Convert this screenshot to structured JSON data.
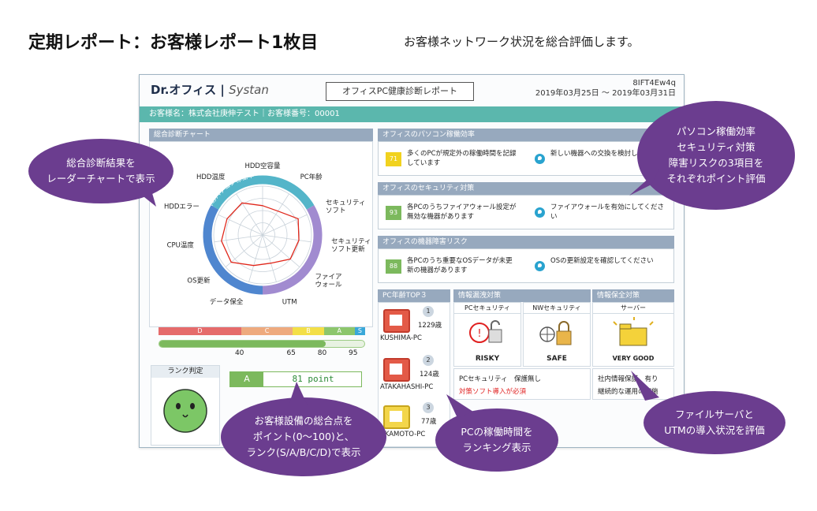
{
  "page": {
    "title": "定期レポート：お客様レポート1枚目",
    "subtitle": "お客様ネットワーク状況を総合評価します。"
  },
  "report": {
    "logo_dr": "Dr.オフィス",
    "logo_sep": "|",
    "logo_sys": "Systan",
    "title": "オフィスPC健康診断レポート",
    "report_id": "8IFT4Ew4q",
    "date_range": "2019年03月25日 〜 2019年03月31日",
    "customer_line": "お客様名：株式会社庚伸テスト｜お客様番号：00001"
  },
  "chart_section": {
    "header": "総合診断チャート",
    "ring_labels": [
      "オフィスのパソコン稼働率",
      "オフィスのセキュリティ対策",
      "オフィスの機器障害リスク"
    ],
    "rank_bar_labels": [
      "D",
      "C",
      "B",
      "A",
      "S"
    ],
    "rank_bar_colors": [
      "#e56b6b",
      "#eeaa7e",
      "#f3df47",
      "#8cc66c",
      "#3aa8d9"
    ],
    "progress_ticks": [
      "40",
      "65",
      "80",
      "95"
    ],
    "progress_value": 81,
    "rank_header": "ランク判定",
    "rank_letter": "A",
    "point_text": "81 point"
  },
  "chart_data": {
    "type": "radar",
    "categories": [
      "HDD空容量",
      "PC年齢",
      "セキュリティ\nソフト",
      "セキュリティ\nソフト更新",
      "ファイア\nウォール",
      "UTM",
      "データ保全",
      "OS更新",
      "CPU温度",
      "HDDエラー",
      "HDD温度"
    ],
    "values": [
      60,
      58,
      80,
      75,
      75,
      60,
      65,
      85,
      85,
      80,
      78
    ],
    "ylim": [
      0,
      100
    ]
  },
  "efficiency": {
    "header": "オフィスのパソコン稼働効率",
    "score": "71",
    "score_color": "#f1d21f",
    "text": "多くのPCが規定外の稼働時間を記録しています",
    "advice": "新しい機器への交換を検討しましょう"
  },
  "security": {
    "header": "オフィスのセキュリティ対策",
    "score": "93",
    "score_color": "#7cb95d",
    "text": "各PCのうちファイアウォール設定が無効な機器があります",
    "advice": "ファイアウォールを有効にしてください"
  },
  "failure": {
    "header": "オフィスの機器障害リスク",
    "score": "88",
    "score_color": "#7cb95d",
    "text": "各PCのうち重要なOSデータが未更新の機器があります",
    "advice": "OSの更新設定を確認してください"
  },
  "pc_top": {
    "header": "PC年齢TOP３",
    "items": [
      {
        "rank": "1",
        "age": "1229歳",
        "name": "KUSHIMA-PC"
      },
      {
        "rank": "2",
        "age": "124歳",
        "name": "ATAKAHASHI-PC"
      },
      {
        "rank": "3",
        "age": "77歳",
        "name": "AKAMOTO-PC"
      }
    ]
  },
  "info": {
    "leak_header": "情報漏洩対策",
    "protect_header": "情報保全対策",
    "col_pc": "PCセキュリティ",
    "col_nw": "NWセキュリティ",
    "col_server": "サーバー",
    "pc_status": "RISKY",
    "nw_status": "SAFE",
    "server_status": "VERY GOOD",
    "pc_note": "PCセキュリティ　保護無し",
    "pc_warning": "対策ソフト導入が必須",
    "server_note": "社内情報保護　有り",
    "server_note2": "継続的な運用の実施"
  },
  "callouts": {
    "radar": "総合診断結果を\nレーダーチャートで表示",
    "eval": "パソコン稼働効率\nセキュリティ対策\n障害リスクの3項目を\nそれぞれポイント評価",
    "point": "お客様設備の総合点を\nポイント(0〜100)と、\nランク(S/A/B/C/D)で表示",
    "ranking": "PCの稼働時間を\nランキング表示",
    "file": "ファイルサーバと\nUTMの導入状況を評価"
  },
  "colors": {
    "teal": "#5bb7ad",
    "section_header": "#97a9be",
    "callout_purple": "#6b3d8f",
    "warning_red": "#e02020",
    "ring_teal": "#54b5c9",
    "ring_purple": "#a18bd0",
    "ring_blue": "#4f86cf"
  }
}
